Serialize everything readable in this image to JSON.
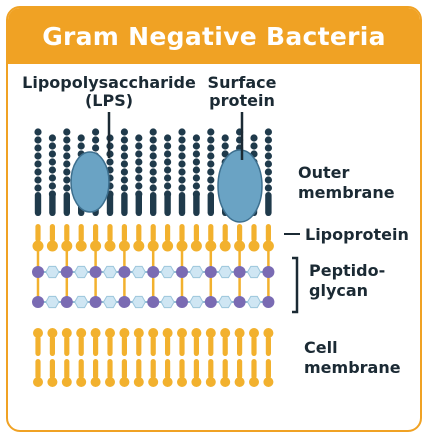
{
  "title": "Gram Negative Bacteria",
  "labels": {
    "lps_line1": "Lipopolysaccharide",
    "lps_line2": "(LPS)",
    "surface_line1": "Surface",
    "surface_line2": "protein",
    "outer_line1": "Outer",
    "outer_line2": "membrane",
    "lipoprotein": "Lipoprotein",
    "peptido_line1": "Peptido-",
    "peptido_line2": "glycan",
    "cell_line1": "Cell",
    "cell_line2": "membrane"
  },
  "colors": {
    "accent": "#f0a224",
    "lipid_head": "#f2b12e",
    "lipid_tail": "#f7c86a",
    "lps_chain": "#1f3a4b",
    "protein": "#6aa3c4",
    "protein_stroke": "#3d6f8e",
    "peptido_circle": "#7a6bb3",
    "peptido_hex": "#cfe6f3",
    "ink": "#1b2a34"
  }
}
